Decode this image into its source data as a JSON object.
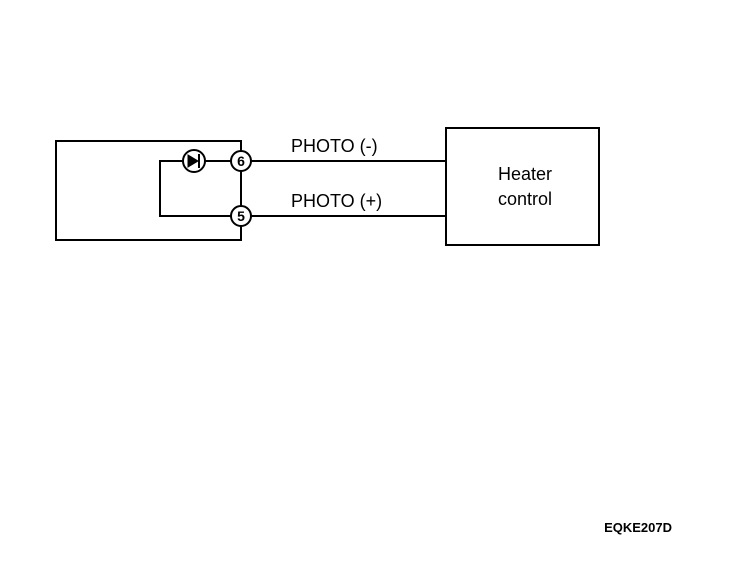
{
  "wires": {
    "upper_label": "PHOTO (-)",
    "lower_label": "PHOTO (+)"
  },
  "connector": {
    "pin_upper": "6",
    "pin_lower": "5"
  },
  "heater_control": {
    "line1": "Heater",
    "line2": "control"
  },
  "figure_code": "EQKE207D",
  "icons": {
    "sensor": "photodiode-icon"
  }
}
